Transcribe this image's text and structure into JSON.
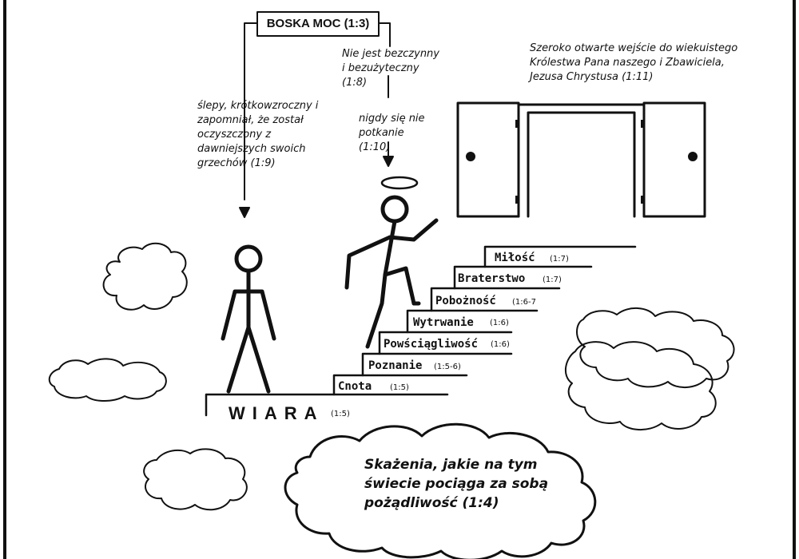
{
  "title": "BOSKA MOC (1:3)",
  "left_note": "ślepy, krótkowzroczny i zapomniał, że został oczyszczony z dawniejszych swoich grzechów (1:9)",
  "middle_note_top": "Nie jest bezczynny i bezużyteczny (1:8)",
  "middle_note_bottom": "nigdy się nie potkanie (1:10)",
  "door_note": "Szeroko otwarte wejście do wiekuistego Królestwa Pana naszego i Zbawiciela, Jezusa Chrystusa (1:11)",
  "base": {
    "label": "WIARA",
    "ref": "(1:5)"
  },
  "steps": [
    {
      "label": "Cnota",
      "ref": "(1:5)"
    },
    {
      "label": "Poznanie",
      "ref": "(1:5-6)"
    },
    {
      "label": "Powściągliwość",
      "ref": "(1:6)"
    },
    {
      "label": "Wytrwanie",
      "ref": "(1:6)"
    },
    {
      "label": "Pobożność",
      "ref": "(1:6-7"
    },
    {
      "label": "Braterstwo",
      "ref": "(1:7)"
    },
    {
      "label": "Miłość",
      "ref": "(1:7)"
    }
  ],
  "cloud_text": "Skażenia, jakie na tym świecie pociąga za sobą pożądliwość (1:4)",
  "colors": {
    "ink": "#111111",
    "background": "#ffffff"
  }
}
